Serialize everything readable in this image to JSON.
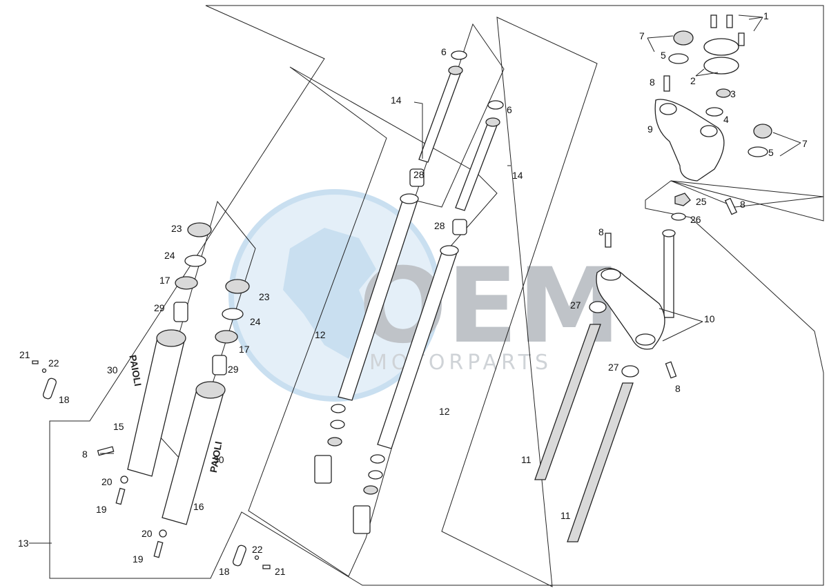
{
  "watermark": {
    "brand": "OEM",
    "sub": "MOTORPARTS"
  },
  "callouts": {
    "c1": "1",
    "c2": "2",
    "c3": "3",
    "c4": "4",
    "c5a": "5",
    "c5b": "5",
    "c6a": "6",
    "c6b": "6",
    "c7a": "7",
    "c7b": "7",
    "c8a": "8",
    "c8b": "8",
    "c8c": "8",
    "c8d": "8",
    "c8e": "8",
    "c9": "9",
    "c10": "10",
    "c11a": "11",
    "c11b": "11",
    "c12a": "12",
    "c12b": "12",
    "c13": "13",
    "c14a": "14",
    "c14b": "14",
    "c15": "15",
    "c16": "16",
    "c17a": "17",
    "c17b": "17",
    "c18a": "18",
    "c18b": "18",
    "c19a": "19",
    "c19b": "19",
    "c20a": "20",
    "c20b": "20",
    "c21a": "21",
    "c21b": "21",
    "c22a": "22",
    "c22b": "22",
    "c23a": "23",
    "c23b": "23",
    "c24a": "24",
    "c24b": "24",
    "c25": "25",
    "c26": "26",
    "c27a": "27",
    "c27b": "27",
    "c28a": "28",
    "c28b": "28",
    "c29a": "29",
    "c29b": "29",
    "c30a": "30",
    "c30b": "30"
  },
  "fork_brand_text": "PAIOLI",
  "colors": {
    "line": "#222222",
    "watermark_blue": "#c9dff0",
    "watermark_grey": "#bfc3c8"
  }
}
